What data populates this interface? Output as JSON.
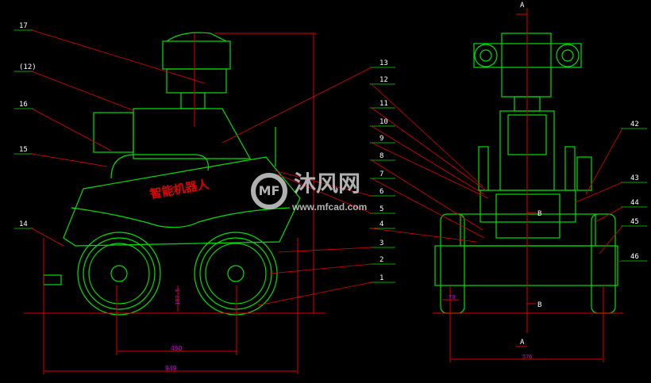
{
  "drawing": {
    "body_text": "智能机器人",
    "side_view_labels": {
      "left": [
        "17",
        "(12)",
        "16",
        "15",
        "14"
      ],
      "middle": [
        "13",
        "12",
        "11",
        "10",
        "9",
        "8",
        "7",
        "6",
        "5",
        "4",
        "3",
        "2",
        "1"
      ]
    },
    "front_view_labels": [
      "42",
      "43",
      "44",
      "45",
      "46"
    ],
    "dimensions": {
      "wheelbase": "450",
      "overall_length": "949",
      "ground_clearance": "187.5",
      "track_offset": "70",
      "overall_width": "576"
    },
    "section_marks": {
      "top": "A",
      "bottom": "A",
      "mid": "B",
      "lower": "B"
    },
    "colors": {
      "outline": "#00e000",
      "dimension": "#e00000",
      "dim_text": "#d000d0",
      "text": "#ffffff"
    }
  },
  "watermark": {
    "name": "沐风网",
    "url": "www.mfcad.com",
    "logo": "MF"
  }
}
